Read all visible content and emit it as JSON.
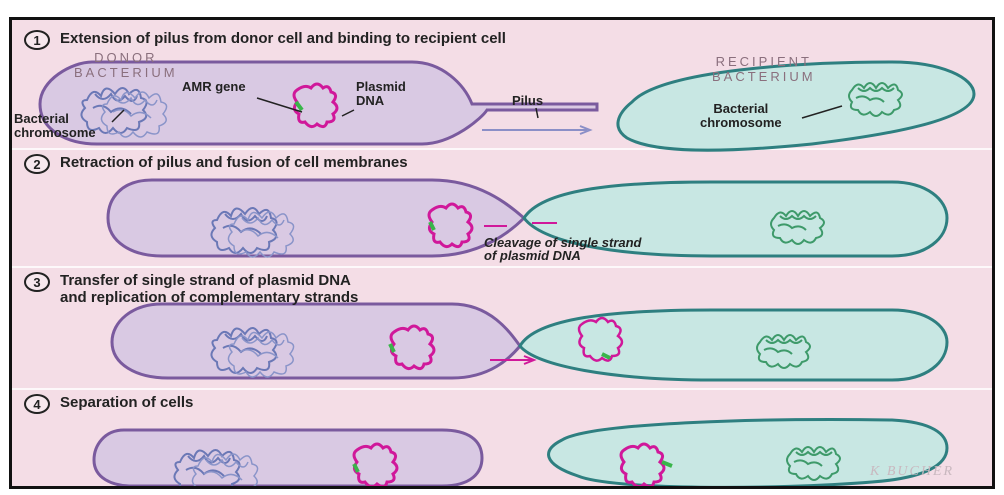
{
  "steps": [
    {
      "number": "1",
      "title": "Extension of pilus from donor cell and binding to recipient cell"
    },
    {
      "number": "2",
      "title": "Retraction of pilus and fusion of cell membranes"
    },
    {
      "number": "3",
      "title": "Transfer of single strand of plasmid DNA\nand replication of complementary strands"
    },
    {
      "number": "4",
      "title": "Separation of cells"
    }
  ],
  "labels": {
    "donor": "DONOR\nBACTERIUM",
    "recipient": "RECIPIENT\nBACTERIUM",
    "amr_gene": "AMR gene",
    "plasmid_dna": "Plasmid\nDNA",
    "pilus": "Pilus",
    "bacterial_chromosome_left": "Bacterial\nchromosome",
    "bacterial_chromosome_right": "Bacterial\nchromosome",
    "cleavage": "Cleavage of single strand\nof plasmid DNA",
    "signature": "K BUCHER"
  },
  "colors": {
    "background": "#f4dde6",
    "donor_cell_fill": "#d9c9e3",
    "donor_cell_outline": "#7a5a9e",
    "recipient_cell_fill": "#c8e7e3",
    "recipient_cell_outline": "#2e7f80",
    "plasmid": "#d0189a",
    "amr_gene": "#39b54a",
    "donor_chromosome": "#6b78b6",
    "recipient_chromosome": "#3e9a6a"
  }
}
